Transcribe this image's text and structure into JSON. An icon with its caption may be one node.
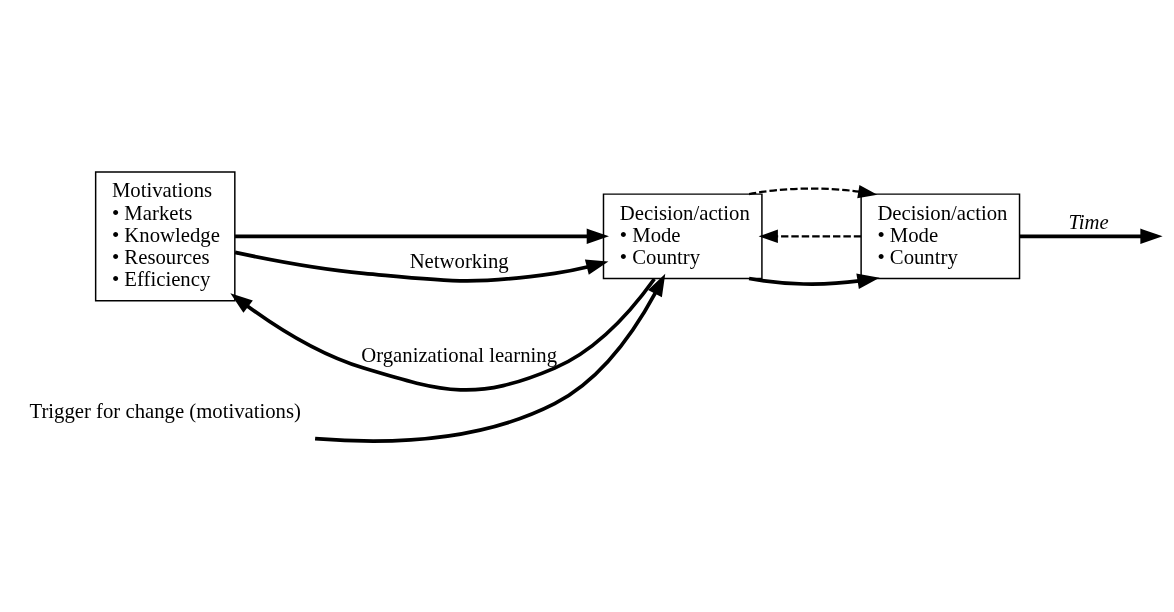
{
  "diagram": {
    "nodes": [
      {
        "text": [
          "Motivations",
          "• Markets",
          "• Knowledge",
          "• Resources",
          "• Efficiency"
        ]
      },
      {
        "text": [
          "Decision/action",
          "• Mode",
          "• Country"
        ]
      },
      {
        "text": [
          "Decision/action",
          "• Mode",
          "• Country"
        ]
      },
      {
        "text": [
          "Trigger for change (motivations)"
        ]
      }
    ],
    "edges": [
      {
        "from": 1,
        "to": 0,
        "arrow": "to",
        "label": "Organizational learning"
      },
      {
        "from": 0,
        "to": 1,
        "arrow": "to"
      },
      {
        "from": 0,
        "to": 1,
        "arrow": "to",
        "label": "Networking"
      },
      {
        "from": 3,
        "to": 1,
        "arrow": "to"
      },
      {
        "from": 2,
        "to": 1,
        "arrow": "to",
        "style": "dashed"
      },
      {
        "from": 1,
        "to": 2,
        "arrow": "to"
      },
      {
        "from": 1,
        "to": 2,
        "arrow": "to",
        "style": "dashed"
      },
      {
        "from": 2,
        "to": null,
        "arrow": "to",
        "label": "Time"
      }
    ]
  }
}
